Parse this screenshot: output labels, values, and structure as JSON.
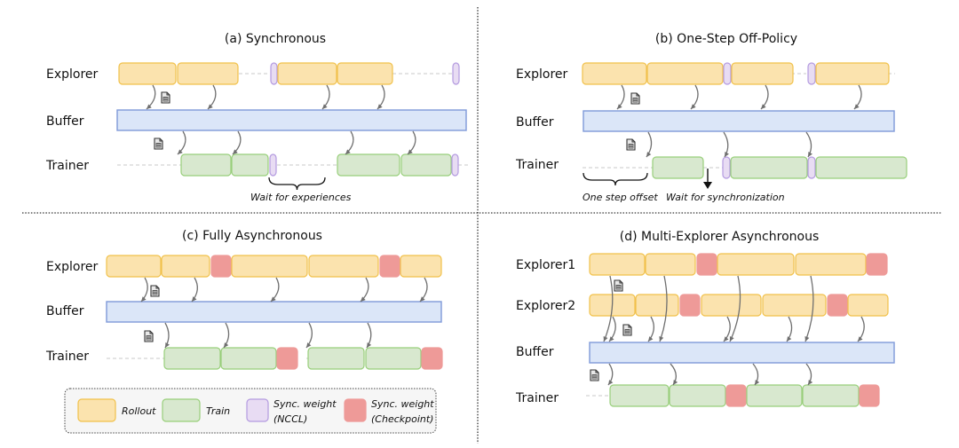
{
  "figure": {
    "legend": {
      "items": [
        {
          "key": "rollout",
          "label_lines": [
            "Rollout"
          ]
        },
        {
          "key": "train",
          "label_lines": [
            "Train"
          ]
        },
        {
          "key": "nccl",
          "label_lines": [
            "Sync. weight",
            "(NCCL)"
          ]
        },
        {
          "key": "ckpt",
          "label_lines": [
            "Sync. weight",
            "(Checkpoint)"
          ]
        }
      ]
    },
    "colors": {
      "rollout_fill": "#fbe3ae",
      "train_fill": "#d8e8cf",
      "nccl_fill": "#e8dcf3",
      "ckpt_fill": "#ee9a98",
      "buffer_fill": "#dbe6f8"
    },
    "panels": [
      {
        "id": "a",
        "title": "(a) Synchronous",
        "rows": [
          "Explorer",
          "Buffer",
          "Trainer"
        ],
        "annotations": [
          "Wait for experiences"
        ]
      },
      {
        "id": "b",
        "title": "(b) One-Step Off-Policy",
        "rows": [
          "Explorer",
          "Buffer",
          "Trainer"
        ],
        "annotations": [
          "One step offset",
          "Wait for synchronization"
        ]
      },
      {
        "id": "c",
        "title": "(c) Fully Asynchronous",
        "rows": [
          "Explorer",
          "Buffer",
          "Trainer"
        ],
        "annotations": []
      },
      {
        "id": "d",
        "title": "(d) Multi-Explorer Asynchronous",
        "rows": [
          "Explorer1",
          "Explorer2",
          "Buffer",
          "Trainer"
        ],
        "annotations": []
      }
    ]
  }
}
